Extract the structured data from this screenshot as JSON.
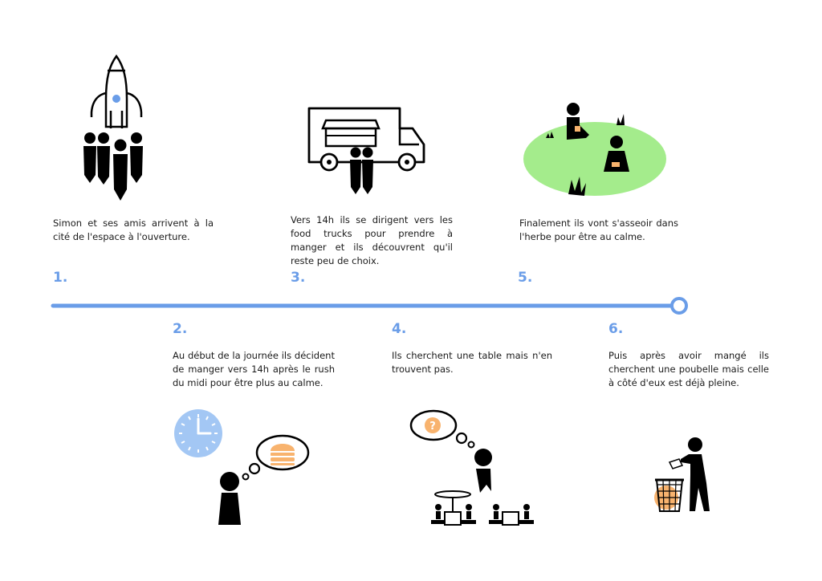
{
  "steps": [
    {
      "num": "1.",
      "text": "Simon et ses amis arrivent à la cité de l'espace à l'ouverture."
    },
    {
      "num": "2.",
      "text": "Au début de la journée ils décident de manger vers 14h après le rush du midi pour être plus au calme."
    },
    {
      "num": "3.",
      "text": "Vers 14h ils se dirigent vers les food trucks pour prendre à manger et ils découvrent qu'il reste peu de choix."
    },
    {
      "num": "4.",
      "text": "Ils cherchent une table mais n'en trouvent pas."
    },
    {
      "num": "5.",
      "text": "Finalement ils vont s'asseoir dans l'herbe pour être au calme."
    },
    {
      "num": "6.",
      "text": "Puis après avoir mangé ils cherchent une poubelle mais celle à côté d'eux est déjà pleine."
    }
  ],
  "colors": {
    "accent": "#6a9de8",
    "grass": "#a4ec8c",
    "orange": "#f8b36e",
    "clock": "#a3c7f4",
    "ink": "#000000"
  },
  "icons": {
    "step1": "rocket-with-people-icon",
    "step2": "clock-and-burger-thought-icon",
    "step3": "food-truck-icon",
    "step4": "thinking-person-tables-icon",
    "step5": "people-on-grass-icon",
    "step6": "person-trash-bin-icon"
  }
}
